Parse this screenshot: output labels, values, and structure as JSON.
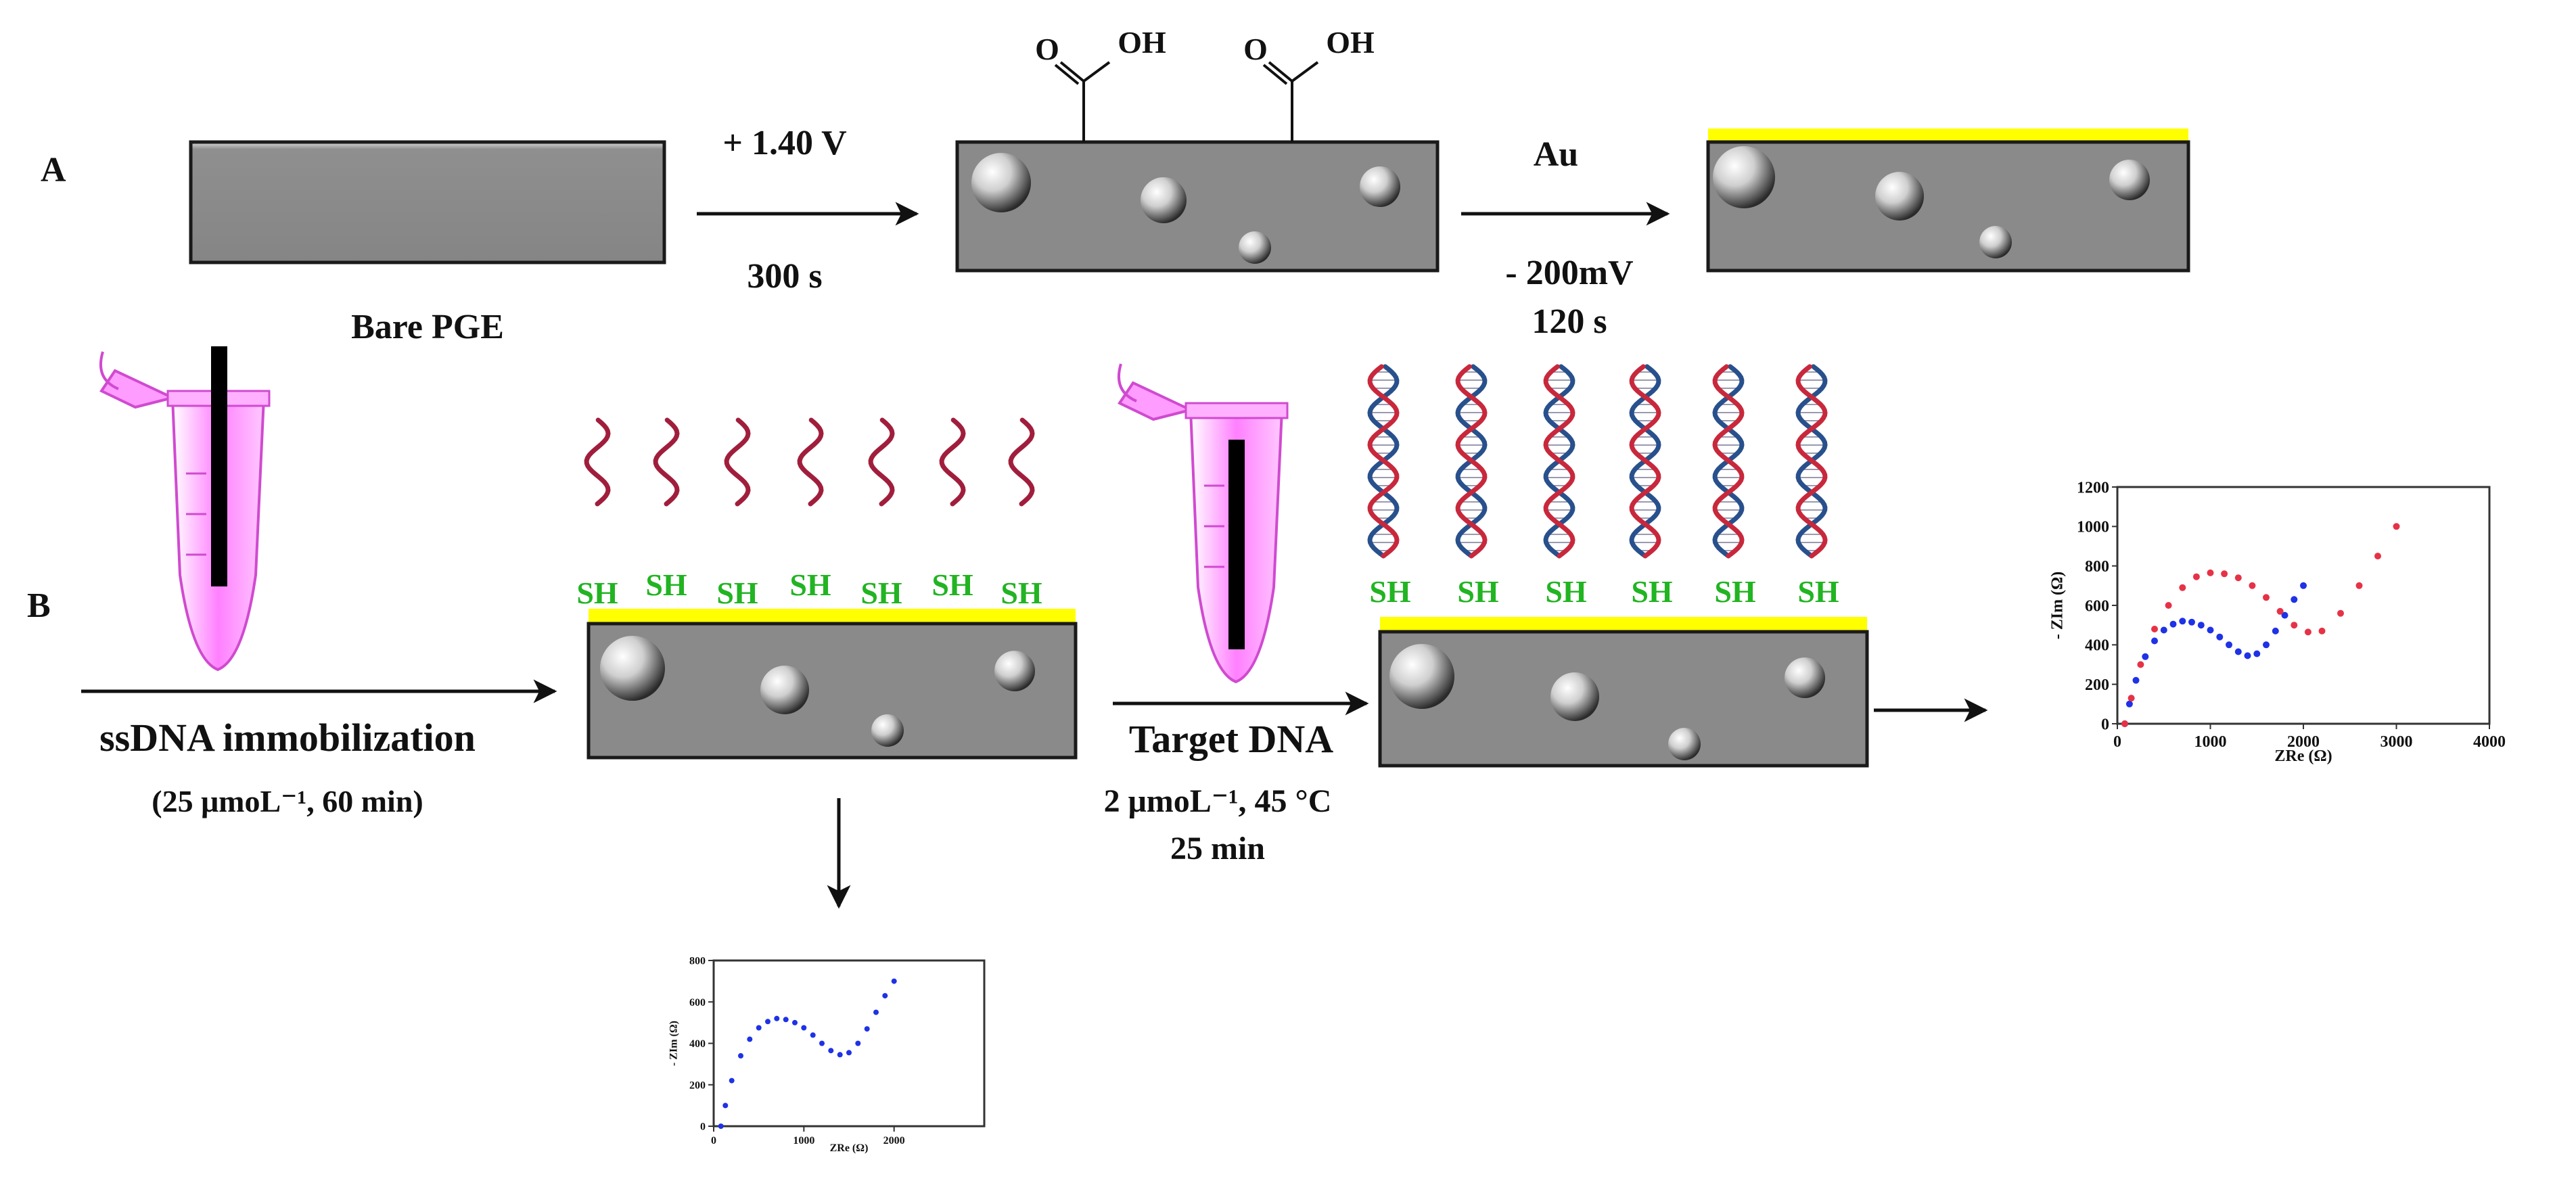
{
  "panels": {
    "a": {
      "label": "A",
      "bare_label": "Bare PGE",
      "step1_top": "+ 1.40 V",
      "step1_bottom": "300 s",
      "step2_top": "Au",
      "step2_mid": "- 200mV",
      "step2_bottom": "120 s",
      "carboxyl_o": "O",
      "carboxyl_oh": "OH"
    },
    "b": {
      "label": "B",
      "step1_top": "ssDNA immobilization",
      "step1_bottom": "(25 μmoL⁻¹, 60 min)",
      "step2_top": "Target DNA",
      "step2_mid": "2 μmoL⁻¹, 45 °C",
      "step2_bottom": "25 min",
      "thiol": "SH"
    }
  },
  "colors": {
    "electrode_fill": "#8a8a8a",
    "electrode_border": "#1a1a1a",
    "gold_layer": "#ffff00",
    "ssdna": "#a01e3c",
    "dsdna_strand_a": "#c8283c",
    "dsdna_strand_b": "#28508c",
    "thiol_text": "#22b422",
    "tube": "#ff80ff",
    "series_ssdna": "#1e32e6",
    "series_hybrid": "#e63246"
  },
  "icons": {
    "electrode": "graphite-electrode-icon",
    "tube": "microcentrifuge-tube-icon",
    "helix": "dna-double-helix-icon"
  },
  "chart_data": [
    {
      "type": "scatter",
      "title": "",
      "xlabel": "ZRe (Ω)",
      "ylabel": "- ZIm (Ω)",
      "xlim": [
        0,
        4000
      ],
      "ylim": [
        0,
        1200
      ],
      "xticks": [
        "0",
        "1000",
        "2000",
        "3000",
        "4000"
      ],
      "yticks": [
        "0",
        "200",
        "400",
        "600",
        "800",
        "1000",
        "1200"
      ],
      "grid": false,
      "legend": "none",
      "series": [
        {
          "color": "#1e32e6",
          "x": [
            80,
            130,
            200,
            300,
            400,
            500,
            600,
            700,
            800,
            900,
            1000,
            1100,
            1200,
            1300,
            1400,
            1500,
            1600,
            1700,
            1800,
            1900,
            2000
          ],
          "y": [
            0,
            100,
            220,
            340,
            420,
            475,
            505,
            520,
            515,
            500,
            475,
            440,
            400,
            365,
            345,
            355,
            400,
            470,
            550,
            630,
            700
          ]
        },
        {
          "color": "#e63246",
          "x": [
            80,
            150,
            250,
            400,
            550,
            700,
            850,
            1000,
            1150,
            1300,
            1450,
            1600,
            1750,
            1900,
            2050,
            2200,
            2400,
            2600,
            2800,
            3000
          ],
          "y": [
            0,
            130,
            300,
            480,
            600,
            690,
            745,
            765,
            760,
            740,
            700,
            640,
            570,
            500,
            465,
            470,
            560,
            700,
            850,
            1000
          ]
        }
      ]
    },
    {
      "type": "scatter",
      "title": "",
      "xlabel": "ZRe (Ω)",
      "ylabel": "- ZIm (Ω)",
      "xlim": [
        0,
        3000
      ],
      "ylim": [
        0,
        800
      ],
      "xticks": [
        "0",
        "1000",
        "2000"
      ],
      "yticks": [
        "0",
        "200",
        "400",
        "600",
        "800"
      ],
      "grid": false,
      "legend": "none",
      "series": [
        {
          "color": "#1e32e6",
          "x": [
            80,
            130,
            200,
            300,
            400,
            500,
            600,
            700,
            800,
            900,
            1000,
            1100,
            1200,
            1300,
            1400,
            1500,
            1600,
            1700,
            1800,
            1900,
            2000
          ],
          "y": [
            0,
            100,
            220,
            340,
            420,
            475,
            505,
            520,
            515,
            500,
            475,
            440,
            400,
            365,
            345,
            355,
            400,
            470,
            550,
            630,
            700
          ]
        }
      ]
    }
  ]
}
